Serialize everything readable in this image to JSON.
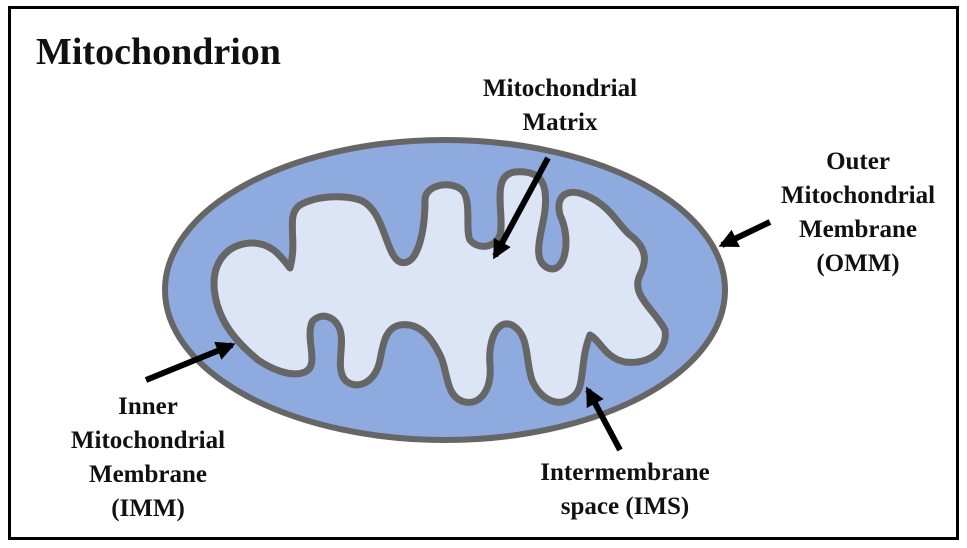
{
  "title": "Mitochondrion",
  "labels": {
    "matrix": [
      "Mitochondrial",
      "Matrix"
    ],
    "omm": [
      "Outer",
      "Mitochondrial",
      "Membrane",
      "(OMM)"
    ],
    "imm": [
      "Inner",
      "Mitochondrial",
      "Membrane",
      "(IMM)"
    ],
    "ims": [
      "Intermembrane",
      "space (IMS)"
    ]
  },
  "colors": {
    "outer_fill": "#8eaadf",
    "inner_fill": "#dce5f5",
    "membrane_stroke": "#666666",
    "arrow": "#000000"
  }
}
